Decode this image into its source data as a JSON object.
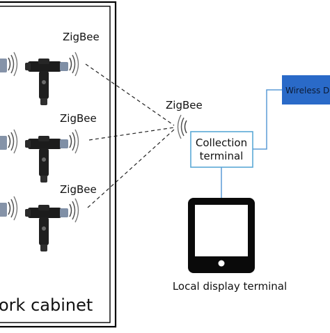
{
  "cabinet": {
    "label": "ork cabinet"
  },
  "sensors": [
    {
      "protocol_label": "ZigBee"
    },
    {
      "protocol_label": "ZigBee"
    },
    {
      "protocol_label": "ZigBee"
    }
  ],
  "hub": {
    "protocol_label": "ZigBee"
  },
  "collection_terminal": {
    "line1": "Collection",
    "line2": "terminal"
  },
  "wireless_box": {
    "label": "Wireless  D"
  },
  "display_terminal": {
    "label": "Local display terminal"
  },
  "colors": {
    "accent_blue": "#2a6ac8",
    "terminal_border": "#5aa9d6",
    "line_blue": "#5b9bd5"
  }
}
